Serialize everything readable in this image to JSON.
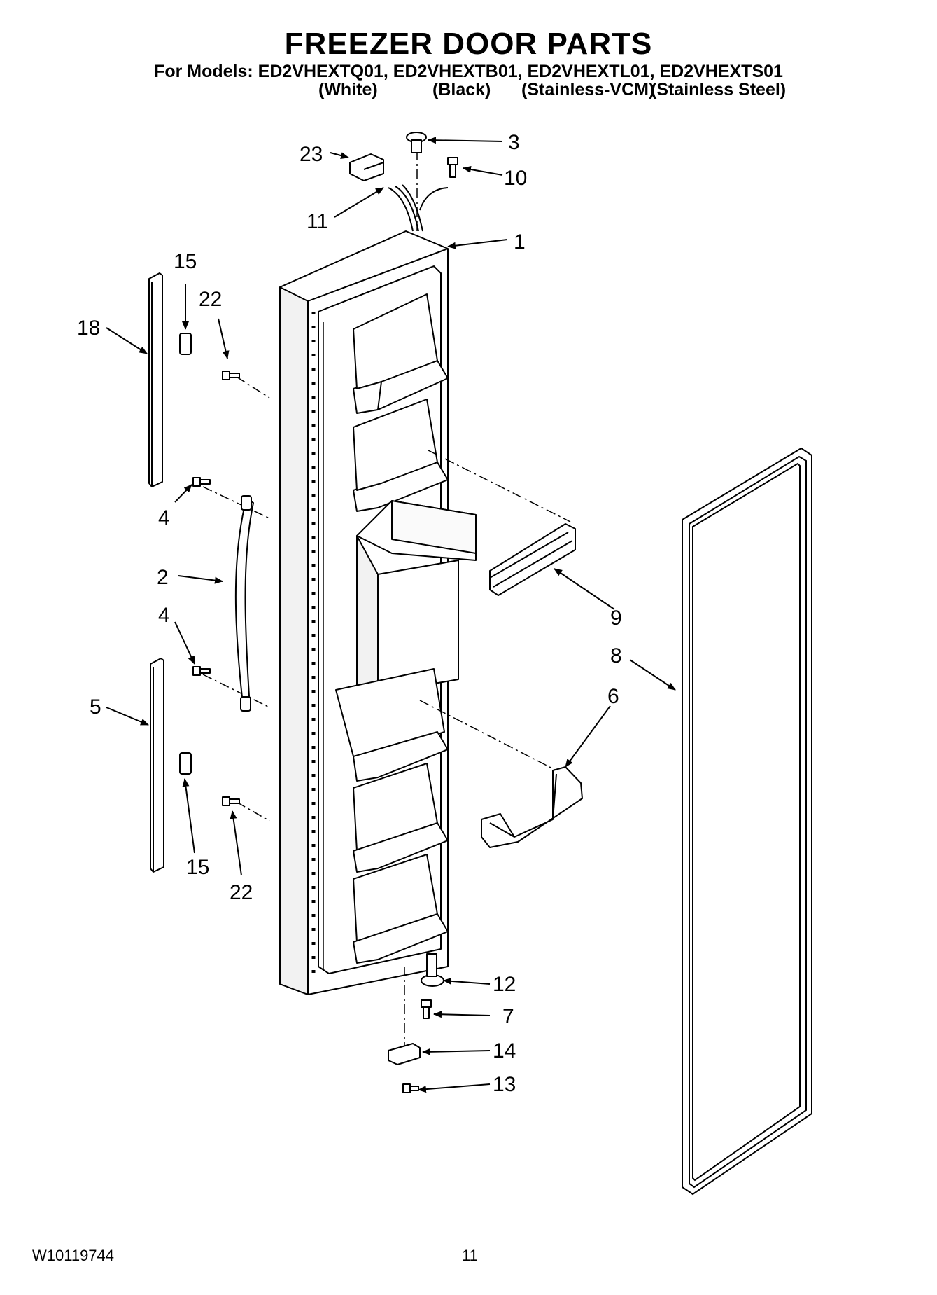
{
  "header": {
    "title": "FREEZER DOOR PARTS",
    "models_line": "For Models: ED2VHEXTQ01, ED2VHEXTB01, ED2VHEXTL01, ED2VHEXTS01",
    "variants": [
      "(White)",
      "(Black)",
      "(Stainless-VCM)",
      "(Stainless Steel)"
    ]
  },
  "callouts": {
    "c1": "1",
    "c2": "2",
    "c3": "3",
    "c4a": "4",
    "c4b": "4",
    "c5": "5",
    "c6": "6",
    "c7": "7",
    "c8": "8",
    "c9": "9",
    "c10": "10",
    "c11": "11",
    "c12": "12",
    "c13": "13",
    "c14": "14",
    "c15a": "15",
    "c15b": "15",
    "c18": "18",
    "c22a": "22",
    "c22b": "22",
    "c23": "23"
  },
  "footer": {
    "doc_number": "W10119744",
    "page_number": "11"
  }
}
